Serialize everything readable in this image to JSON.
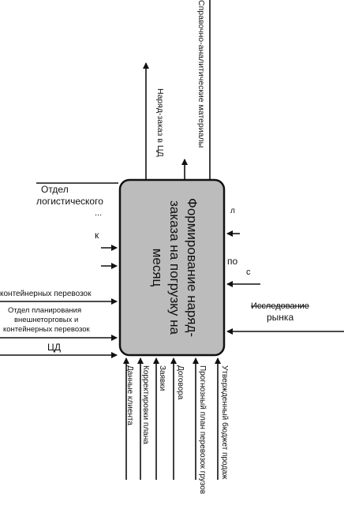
{
  "box_label": [
    "Формирование наряд-",
    "заказа на погрузку на",
    "месяц"
  ],
  "outputs": {
    "reference_materials": "Справочно-аналитические материалы",
    "order_to_cd": "Наряд-заказ в ЦД"
  },
  "controls": {
    "client_data": "Данные клиента",
    "plan_corrections": "Корректировки плана",
    "requests": "Заявки",
    "contracts": "Договора",
    "forecast_plan": "Прогнозный план перевозок грузов",
    "approved_budget": "Утвержденный бюджет продаж"
  },
  "left_labels": {
    "dept_top_1": "Отдел",
    "dept_top_2": "логистического",
    "dept_top_3": "...",
    "k_marker": "к",
    "container_partial": "контейнерных перевозок",
    "planning_dept_1": "Отдел планирования",
    "planning_dept_2": "внешнеторговых и",
    "planning_dept_3": "контейнерных перевозок",
    "cd": "ЦД"
  },
  "right_labels": {
    "top_fragment": "л",
    "mid_fragment_1": "по",
    "mid_fragment_2": "с",
    "market_1": "Исследование",
    "market_2": "рынка"
  }
}
